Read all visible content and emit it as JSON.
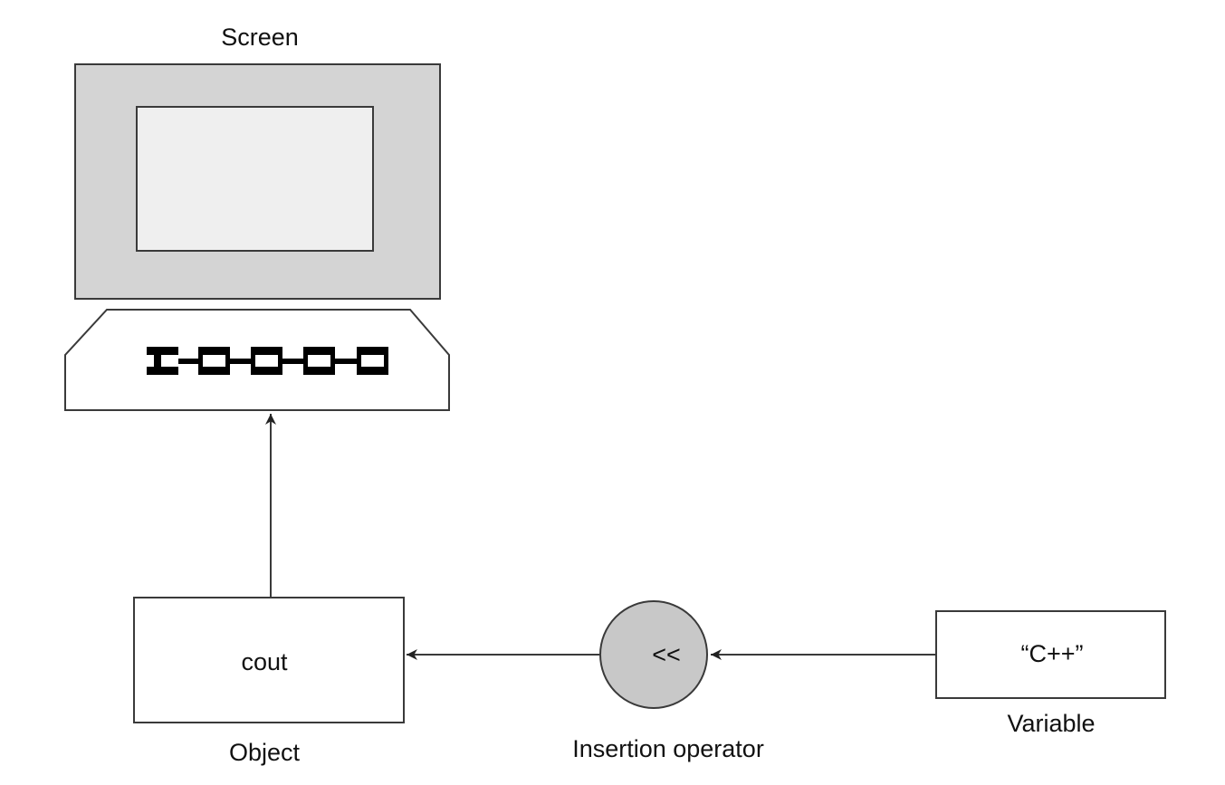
{
  "diagram": {
    "screen_label": "Screen",
    "object_text": "cout",
    "object_label": "Object",
    "operator_text": "<<",
    "operator_label": "Insertion operator",
    "variable_text": "“C++”",
    "variable_label": "Variable"
  },
  "colors": {
    "monitor_frame": "#d4d4d4",
    "monitor_screen": "#efefef",
    "operator_fill": "#c8c8c8",
    "stroke": "#3a3a3a",
    "keys": "#000000"
  }
}
